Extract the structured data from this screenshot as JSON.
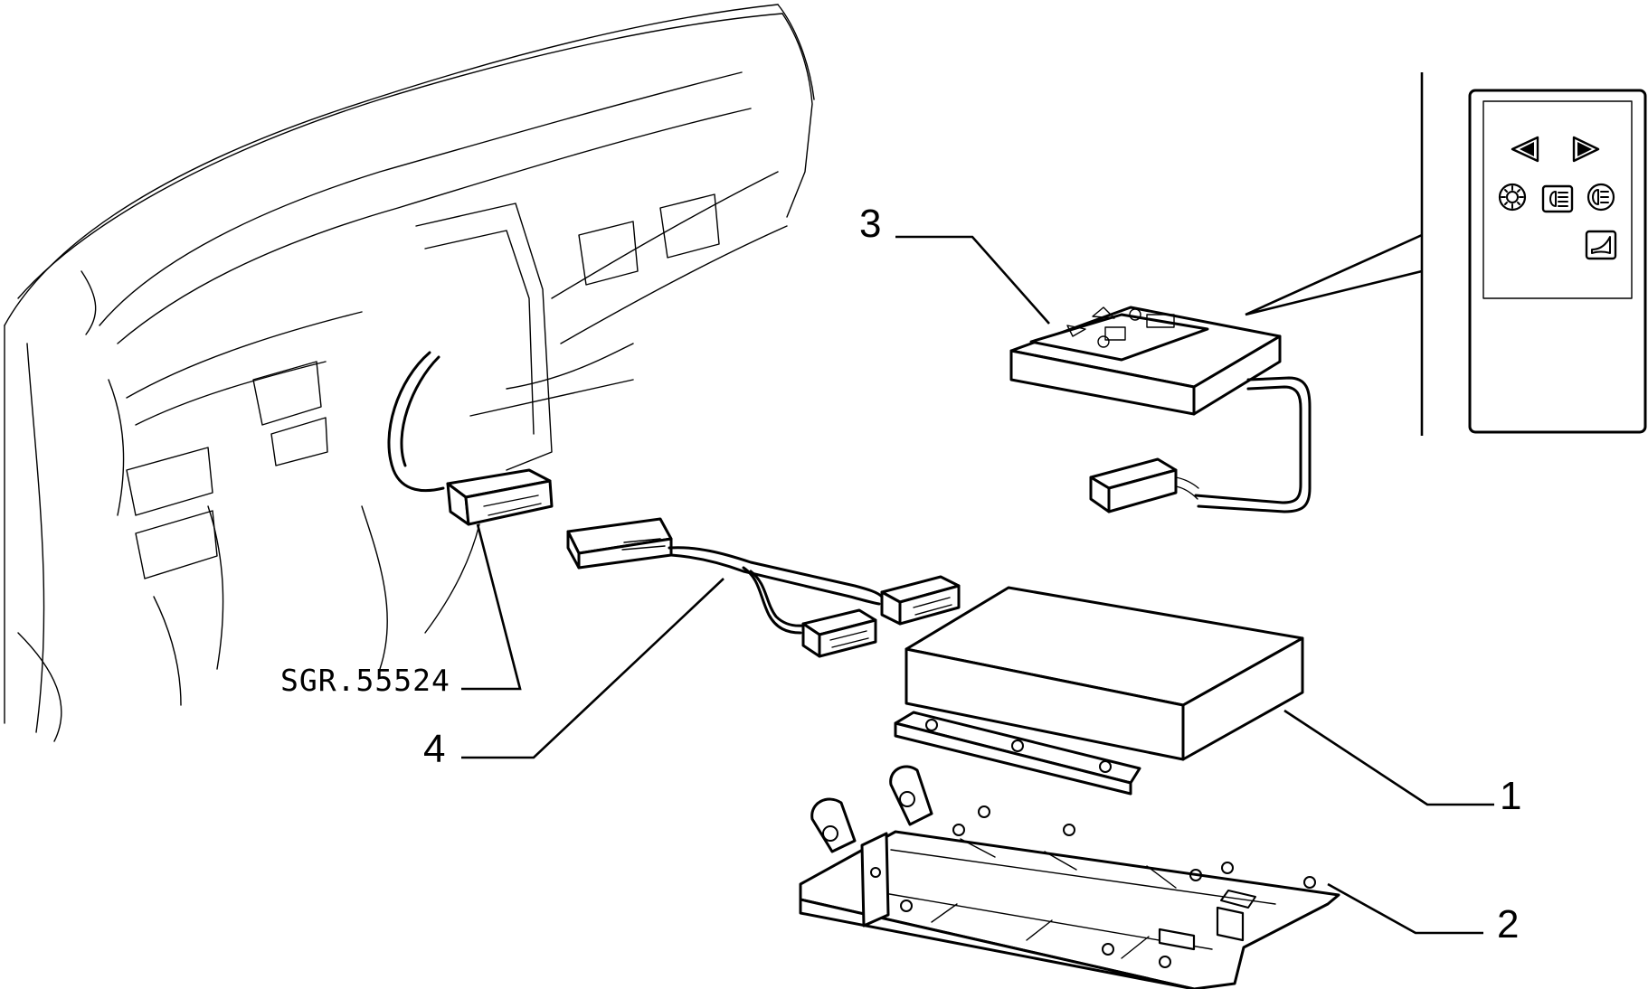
{
  "labels": {
    "part_1": "1",
    "part_2": "2",
    "part_3": "3",
    "part_4": "4",
    "ref_code": "SGR.55524"
  },
  "inset_icons": [
    "arrow-left-icon",
    "arrow-right-icon",
    "parking-light-icon",
    "high-beam-icon",
    "fog-light-icon",
    "horn-icon"
  ],
  "colors": {
    "line": "#000000",
    "background": "#ffffff"
  }
}
